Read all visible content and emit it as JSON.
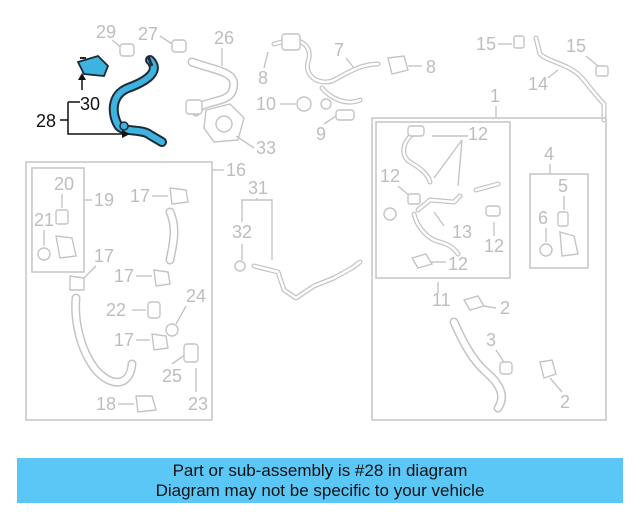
{
  "colors": {
    "highlight": "#3fb3e0",
    "banner": "#5bc7f7",
    "parts": "#c4c4c4",
    "labels": "#bdbdbd"
  },
  "callouts": {
    "n1": "1",
    "n2a": "2",
    "n2b": "2",
    "n3": "3",
    "n4": "4",
    "n5": "5",
    "n6": "6",
    "n7": "7",
    "n8a": "8",
    "n8b": "8",
    "n9": "9",
    "n10": "10",
    "n11": "11",
    "n12a": "12",
    "n12b": "12",
    "n12c": "12",
    "n12d": "12",
    "n13": "13",
    "n14": "14",
    "n15a": "15",
    "n15b": "15",
    "n16": "16",
    "n17a": "17",
    "n17b": "17",
    "n17c": "17",
    "n17d": "17",
    "n18": "18",
    "n19": "19",
    "n20": "20",
    "n21": "21",
    "n22": "22",
    "n23": "23",
    "n24": "24",
    "n25": "25",
    "n26": "26",
    "n27": "27",
    "n28": "28",
    "n29": "29",
    "n30": "30",
    "n31": "31",
    "n32": "32",
    "n33": "33"
  },
  "banner": {
    "line1": "Part or sub-assembly is #28 in diagram",
    "line2": "Diagram may not be specific to your vehicle"
  }
}
